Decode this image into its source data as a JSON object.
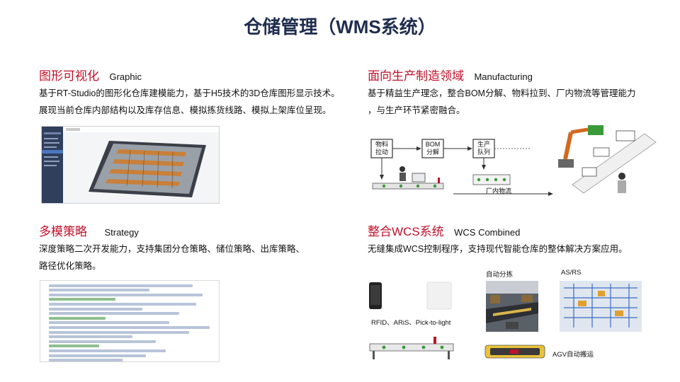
{
  "page": {
    "title": "仓储管理（WMS系统）"
  },
  "sections": {
    "graphic": {
      "title_cn": "图形可视化",
      "title_en": "Graphic",
      "lines": [
        "基于RT-Studio的图形化仓库建模能力，基于H5技术的3D仓库图形显示技术。",
        "展现当前仓库内部结构以及库存信息、模拟拣货线路、模拟上架库位呈现。"
      ]
    },
    "manufacturing": {
      "title_cn": "面向生产制造领域",
      "title_en": "Manufacturing",
      "lines": [
        "基于精益生产理念，整合BOM分解、物料拉到、厂内物流等管理能力",
        "，与生产环节紧密融合。"
      ],
      "diagram": {
        "box1": [
          "物料",
          "拉动"
        ],
        "box2": [
          "BOM",
          "分解"
        ],
        "box3": [
          "生产",
          "队列"
        ],
        "flow_label": "厂内物流"
      }
    },
    "strategy": {
      "title_cn": "多模策略",
      "title_en": "Strategy",
      "lines": [
        "深度策略二次开发能力，支持集团分仓策略、储位策略、出库策略、",
        "路径优化策略。"
      ]
    },
    "wcs": {
      "title_cn": "整合WCS系统",
      "title_en": "WCS Combined",
      "lines": [
        "无缝集成WCS控制程序，支持现代智能仓库的整体解决方案应用。"
      ],
      "labels": {
        "sorting": "自动分拣",
        "asrs": "AS/RS",
        "rfid": "RFID、ARiS、Pick-to-light",
        "agv": "AGV自动搬运"
      }
    }
  },
  "colors": {
    "title": "#1f2d4f",
    "heading": "#c0102a",
    "sidebar": "#2f3f5c",
    "rack": "#c8803a"
  }
}
